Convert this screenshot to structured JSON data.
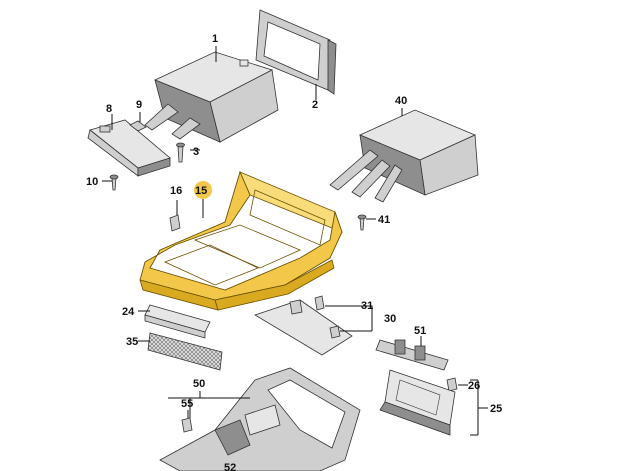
{
  "highlight_color": "#f3c84a",
  "callouts": {
    "p1": "1",
    "p2": "2",
    "p3": "3",
    "p8": "8",
    "p9": "9",
    "p10": "10",
    "p15": "15",
    "p16": "16",
    "p24": "24",
    "p25": "25",
    "p26": "26",
    "p30": "30",
    "p31": "31",
    "p35": "35",
    "p40": "40",
    "p41": "41",
    "p50": "50",
    "p51": "51",
    "p52": "52",
    "p55": "55"
  }
}
